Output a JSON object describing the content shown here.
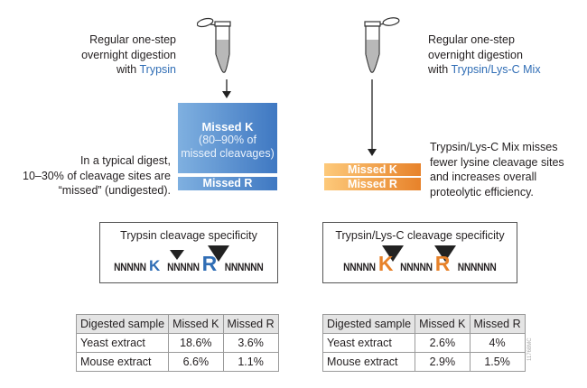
{
  "left": {
    "intro": [
      "Regular one-step",
      "overnight digestion",
      "with "
    ],
    "enzyme": "Trypsin",
    "box_k_label": "Missed K",
    "box_k_note": [
      "(80–90% of",
      "missed cleavages)"
    ],
    "box_r_label": "Missed R",
    "note": [
      "In a typical digest,",
      "10–30% of cleavage sites are",
      "“missed” (undigested)."
    ],
    "spec_title": "Trypsin cleavage specificity",
    "seq": {
      "n1": "NNNNN",
      "k": "K",
      "n2": "NNNNN",
      "r": "R",
      "n3": "NNNNNN"
    },
    "table": {
      "headers": [
        "Digested sample",
        "Missed K",
        "Missed R"
      ],
      "rows": [
        [
          "Yeast extract",
          "18.6%",
          "3.6%"
        ],
        [
          "Mouse extract",
          "6.6%",
          "1.1%"
        ]
      ]
    }
  },
  "right": {
    "intro": [
      "Regular one-step",
      "overnight digestion",
      "with "
    ],
    "enzyme": "Trypsin/Lys-C Mix",
    "bar_k_label": "Missed K",
    "bar_r_label": "Missed R",
    "note": [
      "Trypsin/Lys-C Mix misses",
      "fewer lysine cleavage sites",
      "and increases overall",
      "proteolytic efficiency."
    ],
    "spec_title": "Trypsin/Lys-C cleavage specificity",
    "seq": {
      "n1": "NNNNN",
      "k": "K",
      "n2": "NNNNN",
      "r": "R",
      "n3": "NNNNNN"
    },
    "table": {
      "headers": [
        "Digested sample",
        "Missed K",
        "Missed R"
      ],
      "rows": [
        [
          "Yeast extract",
          "2.6%",
          "4%"
        ],
        [
          "Mouse extract",
          "2.9%",
          "1.5%"
        ]
      ]
    }
  },
  "watermark": "11768MC",
  "colors": {
    "trypsin_blue": "#2f6db5",
    "lysc_orange": "#e7822a"
  }
}
